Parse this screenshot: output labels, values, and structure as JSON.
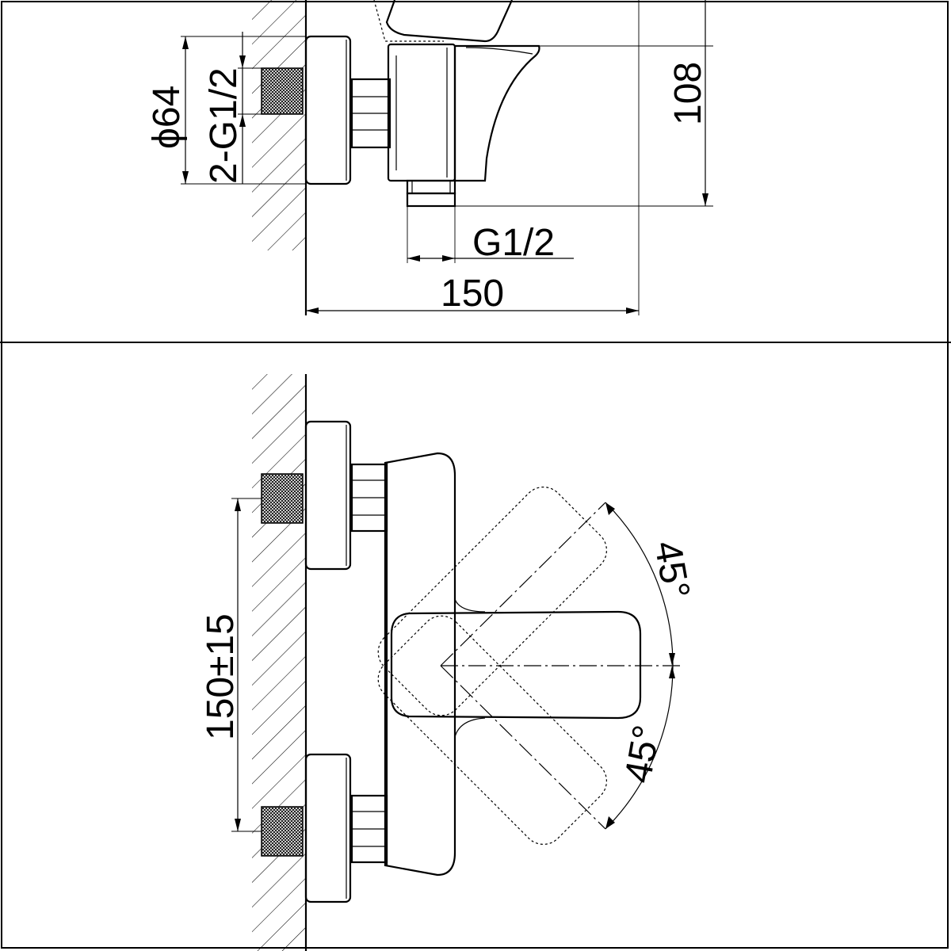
{
  "dimensions": {
    "diameter": "ϕ64",
    "inlet_thread": "2-G1/2",
    "height": "108",
    "outlet_thread": "G1/2",
    "width": "150",
    "centers": "150±15",
    "angle_upper": "45°",
    "angle_lower": "45°"
  }
}
